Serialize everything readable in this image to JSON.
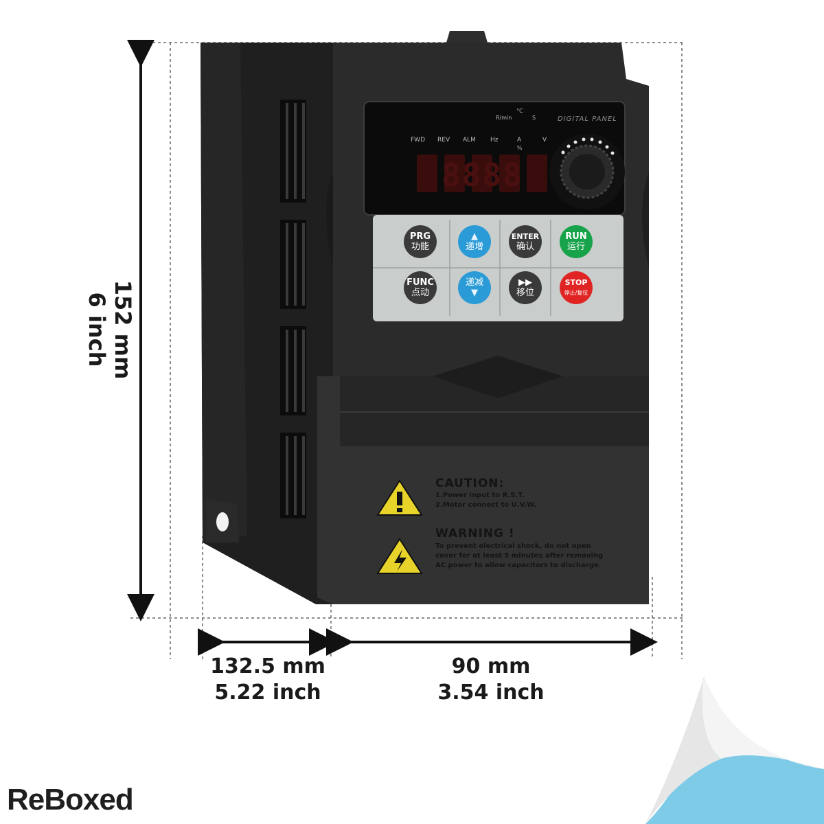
{
  "dimensions": {
    "height": {
      "mm": "152 mm",
      "inch": "6 inch"
    },
    "depth": {
      "mm": "132.5 mm",
      "inch": "5.22 inch"
    },
    "width": {
      "mm": "90 mm",
      "inch": "3.54 inch"
    }
  },
  "panel": {
    "title": "DIGITAL PANEL",
    "units_top": {
      "rpm": "R/min",
      "s": "S",
      "c": "°C"
    },
    "indicators": [
      "FWD",
      "REV",
      "ALM",
      "Hz",
      "A",
      "V"
    ],
    "percent": "%",
    "display_value": "8888"
  },
  "keys": [
    {
      "label": "PRG",
      "sub": "功能"
    },
    {
      "label": "▲",
      "sub": "递增"
    },
    {
      "label": "ENTER",
      "sub": "确认"
    },
    {
      "label": "RUN",
      "sub": "运行"
    },
    {
      "label": "FUNC",
      "sub": "点动"
    },
    {
      "label": "递减",
      "sub": "▼"
    },
    {
      "label": "▶▶",
      "sub": "移位"
    },
    {
      "label": "STOP",
      "sub": "停止/复位"
    }
  ],
  "caution": {
    "title": "CAUTION:",
    "line1": "1.Power input to R.S.T.",
    "line2": "2.Motor connect to U.V.W."
  },
  "warning": {
    "title": "WARNING !",
    "line1": "To prevent electrical shock, do not open",
    "line2": "cover for at least 5 minutes after removing",
    "line3": "AC power to allow capacitors to discharge."
  },
  "brand": "ReBoxed",
  "colors": {
    "housing": "#2b2b2b",
    "housing_side": "#1e1e1e",
    "keypad": "#c9cdcb",
    "key_dark": "#3a3a3a",
    "key_blue": "#2a9bd6",
    "key_green": "#16a34a",
    "key_red": "#e02424",
    "corner_blue": "#7ecbe8"
  }
}
